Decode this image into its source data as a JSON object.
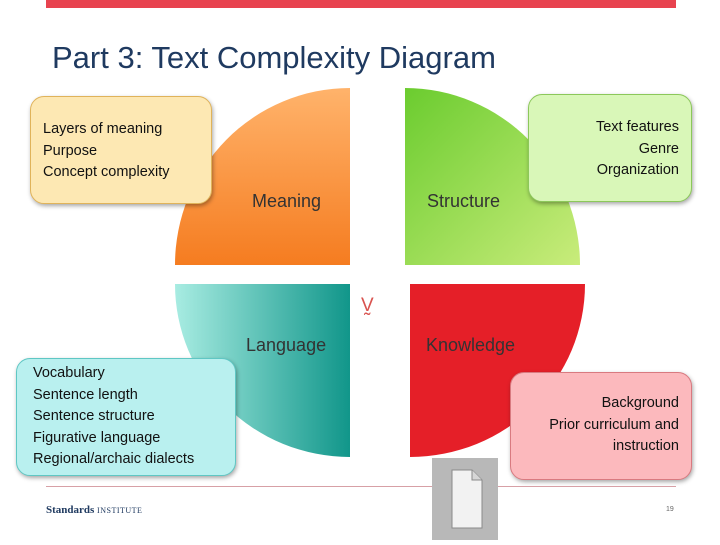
{
  "title": "Part 3: Text Complexity Diagram",
  "quadrants": {
    "meaning": {
      "label": "Meaning",
      "details": [
        "Layers of meaning",
        "Purpose",
        "Concept complexity"
      ]
    },
    "structure": {
      "label": "Structure",
      "details": [
        "Text features",
        "Genre",
        "Organization"
      ]
    },
    "language": {
      "label": "Language",
      "details": [
        "Vocabulary",
        "Sentence length",
        "Sentence structure",
        "Figurative language",
        "Regional/archaic dialects"
      ]
    },
    "knowledge": {
      "label": "Knowledge",
      "details": [
        "Background",
        "Prior curriculum and",
        "instruction"
      ]
    }
  },
  "center_glyph": "V̰",
  "footer": {
    "logo_bold": "Standards",
    "logo_small": "INSTITUTE",
    "page_number": "19"
  },
  "colors": {
    "topbar": "#e8434f",
    "title": "#1f3a60",
    "meaning": [
      "#ffb36b",
      "#f57c20"
    ],
    "structure": [
      "#6bcc2f",
      "#c9ec7b"
    ],
    "language": [
      "#a8ece2",
      "#11968a"
    ],
    "knowledge": "#e51f28"
  },
  "icons": {
    "document": "document-icon"
  }
}
